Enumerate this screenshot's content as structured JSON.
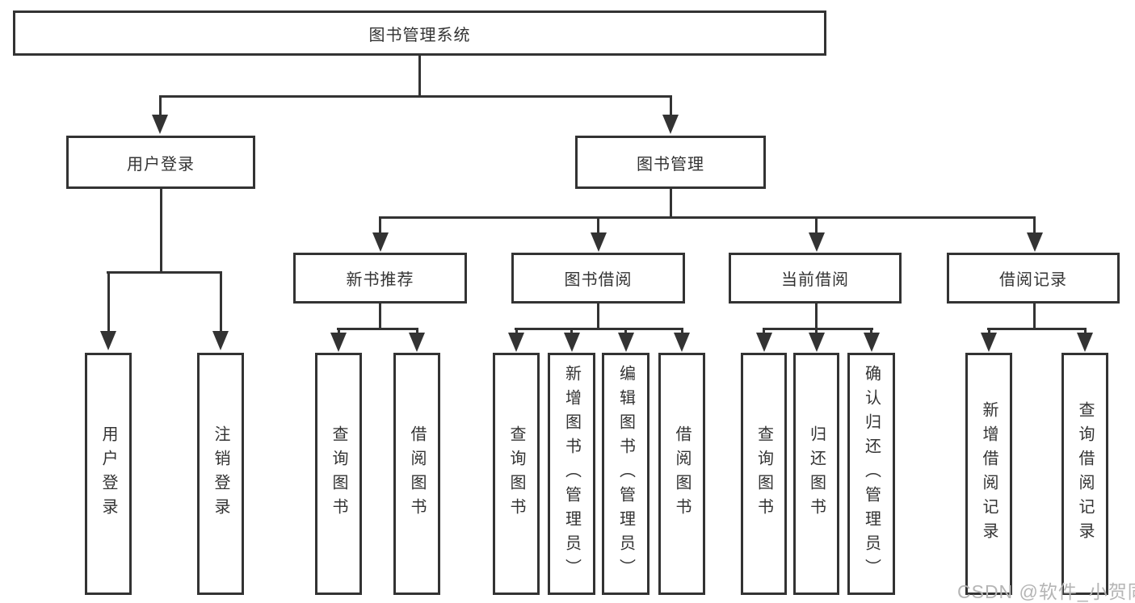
{
  "diagram": {
    "title": "图书管理系统",
    "watermark": "CSDN @软件_小贺同学",
    "colors": {
      "line": "#333333",
      "box_border": "#333333",
      "text": "#333333",
      "watermark": "#b5b5b5",
      "background": "#ffffff"
    },
    "root": {
      "label": "图书管理系统"
    },
    "level2": [
      {
        "label": "用户登录"
      },
      {
        "label": "图书管理"
      }
    ],
    "level3": [
      {
        "label": "新书推荐"
      },
      {
        "label": "图书借阅"
      },
      {
        "label": "当前借阅"
      },
      {
        "label": "借阅记录"
      }
    ],
    "leaves": {
      "user_login": [
        "用户登录",
        "注销登录"
      ],
      "new_books": [
        "查询图书",
        "借阅图书"
      ],
      "book_borrow": [
        "查询图书",
        "新增图书（管理员）",
        "编辑图书（管理员）",
        "借阅图书"
      ],
      "current_borrow": [
        "查询图书",
        "归还图书",
        "确认归还（管理员）"
      ],
      "borrow_records": [
        "新增借阅记录",
        "查询借阅记录"
      ]
    }
  }
}
